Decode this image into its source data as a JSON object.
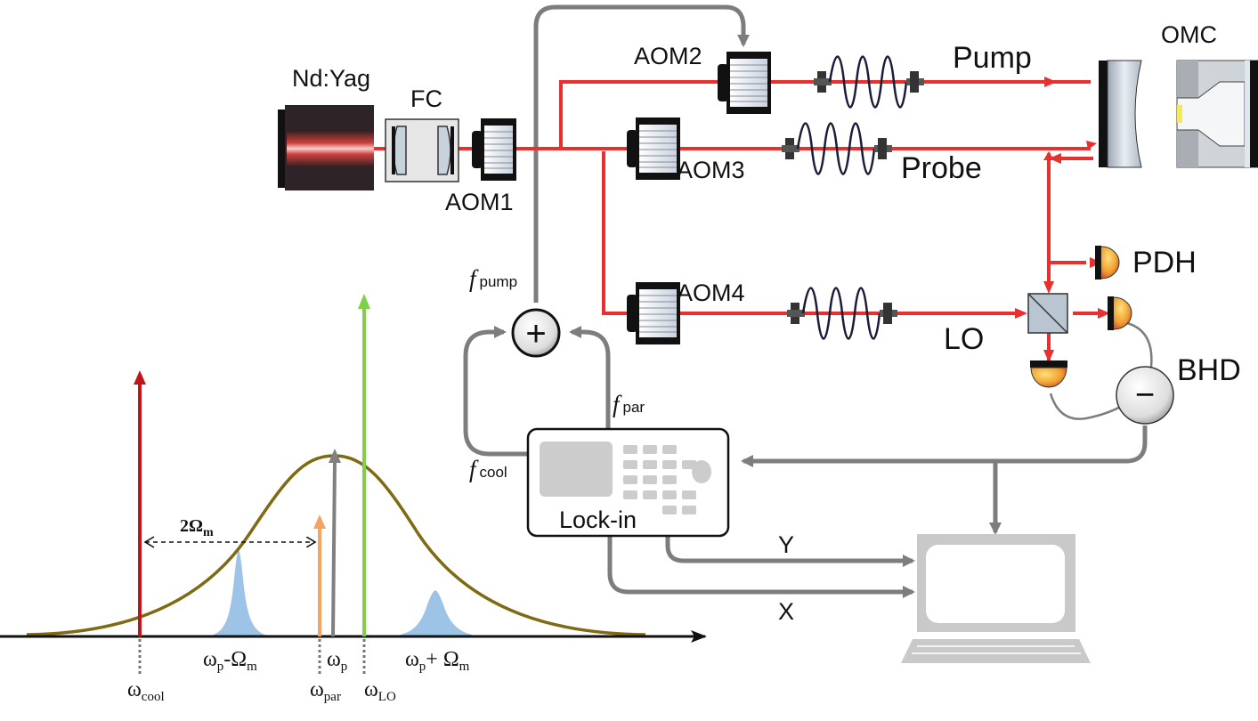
{
  "labels": {
    "laser": "Nd:Yag",
    "fiber_coupler": "FC",
    "aom1": "AOM1",
    "aom2": "AOM2",
    "aom3": "AOM3",
    "aom4": "AOM4",
    "pump": "Pump",
    "probe": "Probe",
    "lo": "LO",
    "omc": "OMC",
    "pdh": "PDH",
    "bhd": "BHD",
    "lockin": "Lock-in",
    "y_out": "Y",
    "x_out": "X"
  },
  "symbols": {
    "adder": "+",
    "subtractor": "−",
    "f": "f",
    "f_pump_sub": "pump",
    "f_par_sub": "par",
    "f_cool_sub": "cool"
  },
  "spectrum": {
    "two_omega_m": "2Ω",
    "two_omega_m_sub": "m",
    "omega": "ω",
    "omega_p_sub": "p",
    "omega_cool_sub": "cool",
    "omega_par_sub": "par",
    "omega_lo_sub": "LO",
    "minus_Omega": "-Ω",
    "plus_Omega": "+ Ω",
    "Omega_sub": "m"
  },
  "colors": {
    "laser_beam": "#e8312f",
    "control_line": "#7d7d7d",
    "cavity_envelope": "#7e6a12",
    "cool_tone": "#c0161b",
    "par_tone": "#f4a460",
    "pump_tone": "#808080",
    "lo_tone": "#7fcf4a",
    "sideband": "#9dc3e6"
  }
}
